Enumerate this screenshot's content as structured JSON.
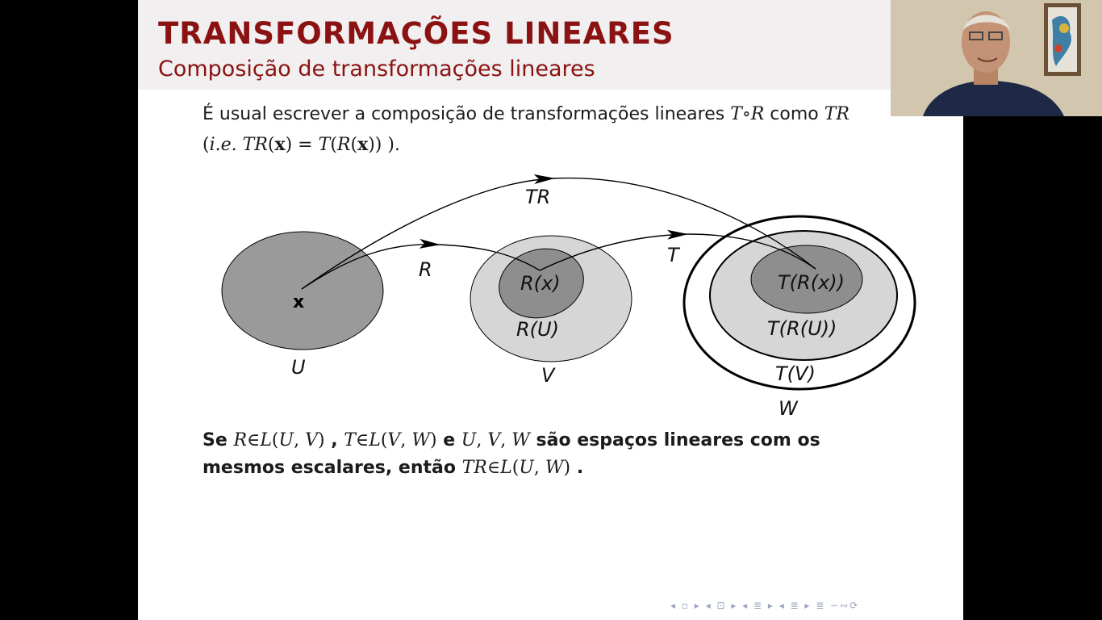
{
  "slide": {
    "title": "TRANSFORMAÇÕES LINEARES",
    "subtitle": "Composição de transformações lineares",
    "intro": {
      "part1": "É usual escrever a composição de transformações lineares ",
      "part2": " como ",
      "part3": "(",
      "ie": "i.e.",
      "part4": ")."
    },
    "diagram": {
      "x": "x",
      "U": "U",
      "R": "R",
      "Rx": "R(x)",
      "RU": "R(U)",
      "V": "V",
      "T": "T",
      "TR": "TR",
      "TRx": "T(R(x))",
      "TRU": "T(R(U))",
      "TV": "T(V)",
      "W": "W"
    },
    "statement": {
      "se": "Se ",
      "e": " e ",
      "sao": " são espaços lineares com os",
      "line2a": "mesmos escalares, então ",
      "dot": "."
    },
    "nav": "◂ ▫ ▸ ◂ ⊡ ▸ ◂ ≣ ▸ ◂ ≣ ▸ ≣ ∽∾⟳"
  },
  "colors": {
    "title": "#8b1212",
    "header_bg": "#f1efef",
    "dark_gray": "#8c8c8c",
    "light_gray": "#d4d4d4",
    "mid_gray": "#a0a0a0"
  }
}
